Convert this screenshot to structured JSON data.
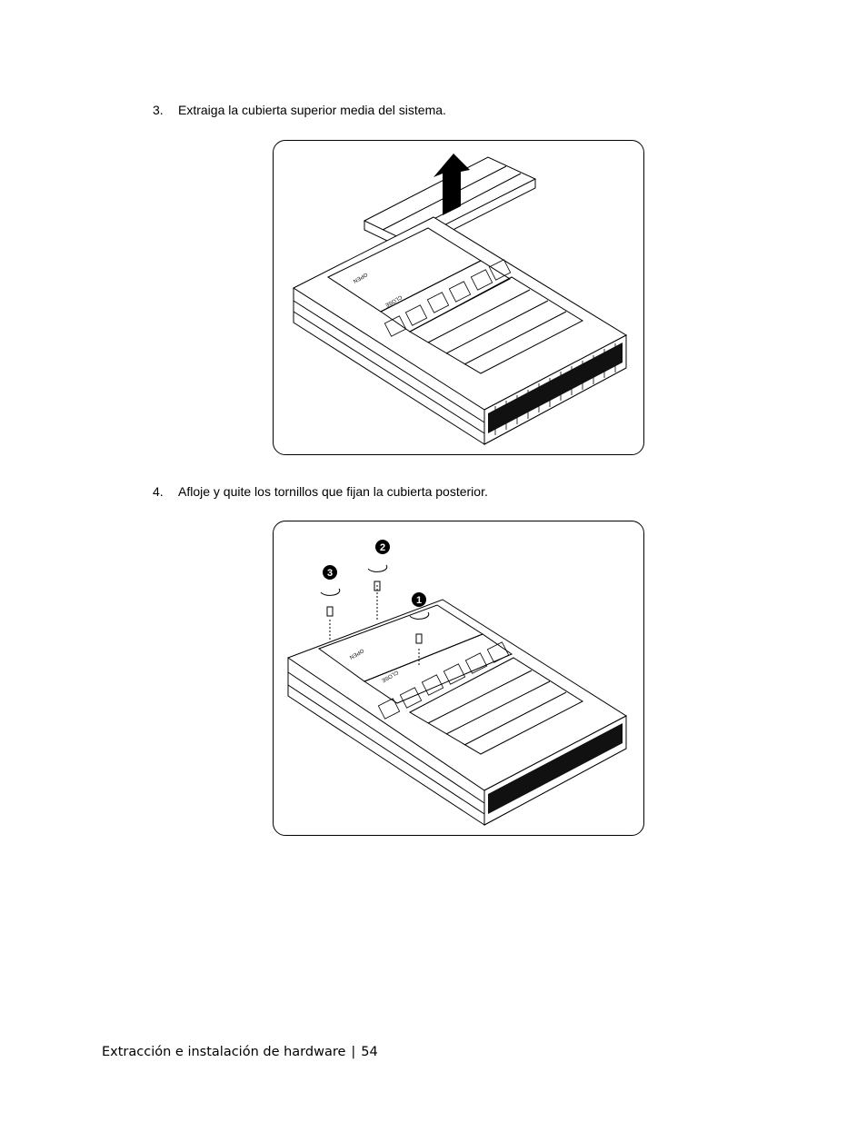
{
  "steps": [
    {
      "number": "3.",
      "text": "Extraiga la cubierta superior media del sistema."
    },
    {
      "number": "4.",
      "text": "Afloje y quite los tornillos que fijan la cubierta posterior."
    }
  ],
  "figures": {
    "fig1": {
      "labels": {
        "open": "OPEN",
        "close": "CLOSE"
      }
    },
    "fig2": {
      "labels": {
        "open": "OPEN",
        "close": "CLOSE"
      },
      "callouts": [
        "1",
        "2",
        "3"
      ]
    }
  },
  "footer": {
    "section": "Extracción e instalación de hardware",
    "separator": "|",
    "page": "54"
  }
}
